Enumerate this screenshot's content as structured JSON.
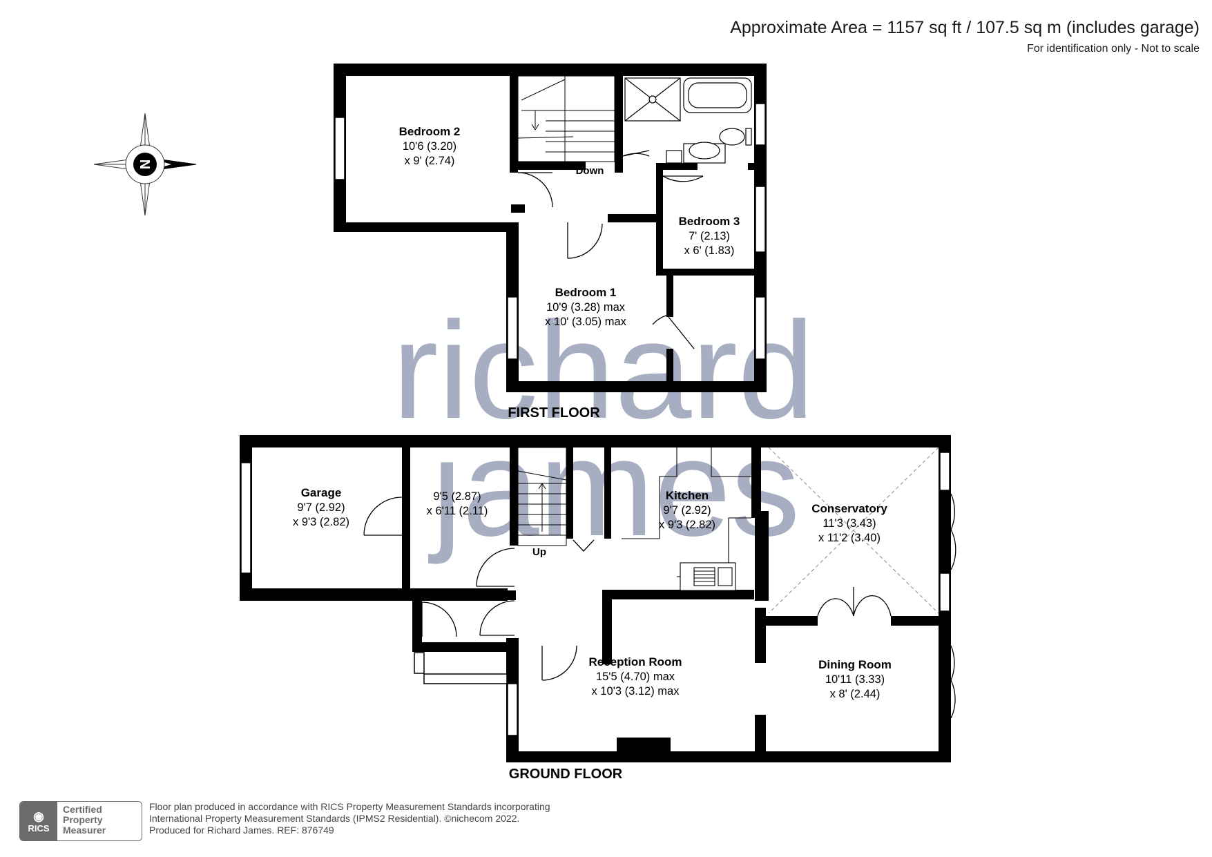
{
  "header": {
    "area": "Approximate Area = 1157 sq ft / 107.5 sq m (includes garage)",
    "ident": "For identification only - Not to scale"
  },
  "compass": {
    "letter": "N",
    "icon": "compass-rose-icon"
  },
  "watermark": {
    "line1": "richard",
    "line2": "james"
  },
  "first_floor": {
    "label": "FIRST FLOOR",
    "rooms": [
      {
        "name": "Bedroom 2",
        "dim1": "10'6 (3.20)",
        "dim2": "x 9' (2.74)"
      },
      {
        "name": "Bedroom 3",
        "dim1": "7' (2.13)",
        "dim2": "x 6' (1.83)"
      },
      {
        "name": "Bedroom 1",
        "dim1": "10'9 (3.28) max",
        "dim2": "x 10' (3.05) max"
      }
    ],
    "stairs_label": "Down"
  },
  "ground_floor": {
    "label": "GROUND FLOOR",
    "rooms": [
      {
        "name": "Garage",
        "dim1": "9'7 (2.92)",
        "dim2": "x 9'3 (2.82)"
      },
      {
        "name": "",
        "dim1": "9'5 (2.87)",
        "dim2": "x 6'11 (2.11)"
      },
      {
        "name": "Kitchen",
        "dim1": "9'7 (2.92)",
        "dim2": "x 9'3 (2.82)"
      },
      {
        "name": "Conservatory",
        "dim1": "11'3 (3.43)",
        "dim2": "x 11'2 (3.40)"
      },
      {
        "name": "Reception Room",
        "dim1": "15'5 (4.70) max",
        "dim2": "x 10'3 (3.12) max"
      },
      {
        "name": "Dining Room",
        "dim1": "10'11 (3.33)",
        "dim2": "x 8' (2.44)"
      }
    ],
    "stairs_label": "Up"
  },
  "footer": {
    "line1": "Floor plan produced in accordance with RICS Property Measurement Standards incorporating",
    "line2": "International Property Measurement Standards (IPMS2 Residential).  ©nichecom 2022.",
    "line3": "Produced for Richard James.   REF:  876749",
    "badge_left": "RICS",
    "badge_line1": "Certified",
    "badge_line2": "Property",
    "badge_line3": "Measurer"
  },
  "colors": {
    "wall": "#000000",
    "watermark": "#9aa0b8",
    "text": "#1a1a1a"
  }
}
